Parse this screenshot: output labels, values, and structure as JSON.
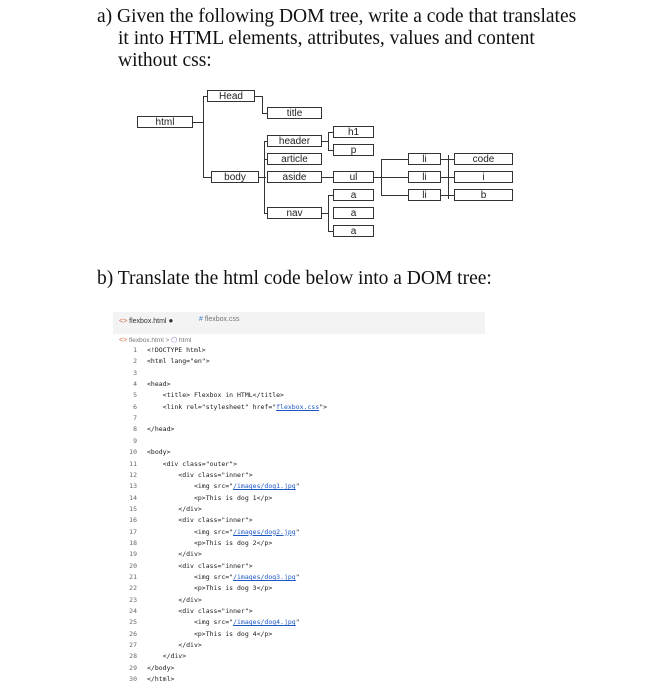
{
  "part_a": {
    "lines": [
      "a) Given the following DOM tree, write a code that translates",
      "it into HTML elements, attributes, values and content",
      "without css:"
    ]
  },
  "tree": {
    "html": "html",
    "head": "Head",
    "title": "title",
    "body": "body",
    "header": "header",
    "article": "article",
    "aside": "aside",
    "nav": "nav",
    "h1": "h1",
    "p": "p",
    "ul": "ul",
    "a1": "a",
    "a2": "a",
    "a3": "a",
    "li1": "li",
    "li2": "li",
    "li3": "li",
    "code": "code",
    "i": "i",
    "b": "b"
  },
  "part_b": {
    "line": "b) Translate the html code below into a DOM tree:"
  },
  "editor": {
    "tab1": "flexbox.html",
    "tab1_dot": "●",
    "tab2": "flexbox.css",
    "crumb1": "flexbox.html",
    "crumb_sep": ">",
    "crumb2": "html",
    "lines": [
      {
        "n": "1",
        "t": "<!DOCTYPE html>"
      },
      {
        "n": "2",
        "t": "<html lang=\"en\">"
      },
      {
        "n": "3",
        "t": ""
      },
      {
        "n": "4",
        "t": "<head>"
      },
      {
        "n": "5",
        "t": "    <title> Flexbox in HTML</title>"
      },
      {
        "n": "6",
        "t": "    <link rel=\"stylesheet\" href=\"flexbox.css\">"
      },
      {
        "n": "7",
        "t": ""
      },
      {
        "n": "8",
        "t": "</head>"
      },
      {
        "n": "9",
        "t": ""
      },
      {
        "n": "10",
        "t": "<body>"
      },
      {
        "n": "11",
        "t": "    <div class=\"outer\">"
      },
      {
        "n": "12",
        "t": "        <div class=\"inner\">"
      },
      {
        "n": "13",
        "t": "            <img src=\"/images/dog1.jpg\""
      },
      {
        "n": "14",
        "t": "            <p>This is dog 1</p>"
      },
      {
        "n": "15",
        "t": "        </div>"
      },
      {
        "n": "16",
        "t": "        <div class=\"inner\">"
      },
      {
        "n": "17",
        "t": "            <img src=\"/images/dog2.jpg\""
      },
      {
        "n": "18",
        "t": "            <p>This is dog 2</p>"
      },
      {
        "n": "19",
        "t": "        </div>"
      },
      {
        "n": "20",
        "t": "        <div class=\"inner\">"
      },
      {
        "n": "21",
        "t": "            <img src=\"/images/dog3.jpg\""
      },
      {
        "n": "22",
        "t": "            <p>This is dog 3</p>"
      },
      {
        "n": "23",
        "t": "        </div>"
      },
      {
        "n": "24",
        "t": "        <div class=\"inner\">"
      },
      {
        "n": "25",
        "t": "            <img src=\"/images/dog4.jpg\""
      },
      {
        "n": "26",
        "t": "            <p>This is dog 4</p>"
      },
      {
        "n": "27",
        "t": "        </div>"
      },
      {
        "n": "28",
        "t": "    </div>"
      },
      {
        "n": "29",
        "t": "</body>"
      },
      {
        "n": "30",
        "t": "</html>"
      }
    ]
  }
}
